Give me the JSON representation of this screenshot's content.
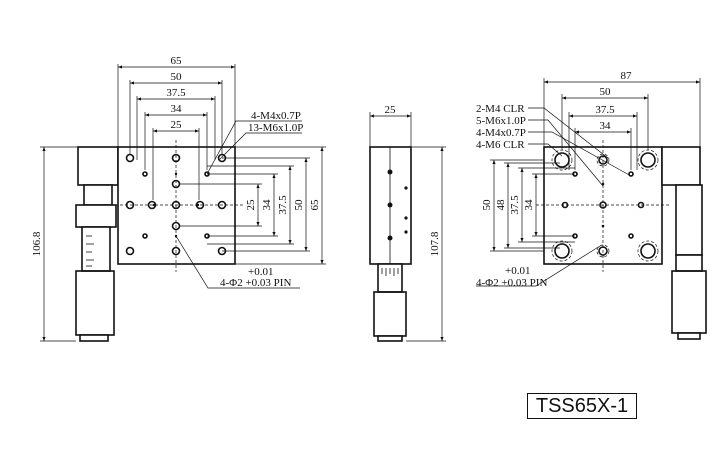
{
  "model": "TSS65X-1",
  "top_view": {
    "dims_horizontal": [
      "65",
      "50",
      "37.5",
      "34",
      "25"
    ],
    "dims_vertical": [
      "25",
      "34",
      "37.5",
      "50",
      "65"
    ],
    "overall_height": "106.8",
    "callout_tap1": "4-M4x0.7P",
    "callout_tap2": "13-M6x1.0P",
    "pin_tol": "+0.01",
    "pin_spec": "4-Φ2 +0.03 PIN"
  },
  "side_view": {
    "width": "25",
    "height": "107.8"
  },
  "bottom_view": {
    "dims_horizontal": [
      "87",
      "50",
      "37.5",
      "34"
    ],
    "dims_vertical": [
      "50",
      "48",
      "37.5",
      "34"
    ],
    "callouts": [
      "2-M4 CLR",
      "5-M6x1.0P",
      "4-M4x0.7P",
      "4-M6 CLR"
    ],
    "pin_tol": "+0.01",
    "pin_spec": "4-Φ2 +0.03 PIN"
  }
}
